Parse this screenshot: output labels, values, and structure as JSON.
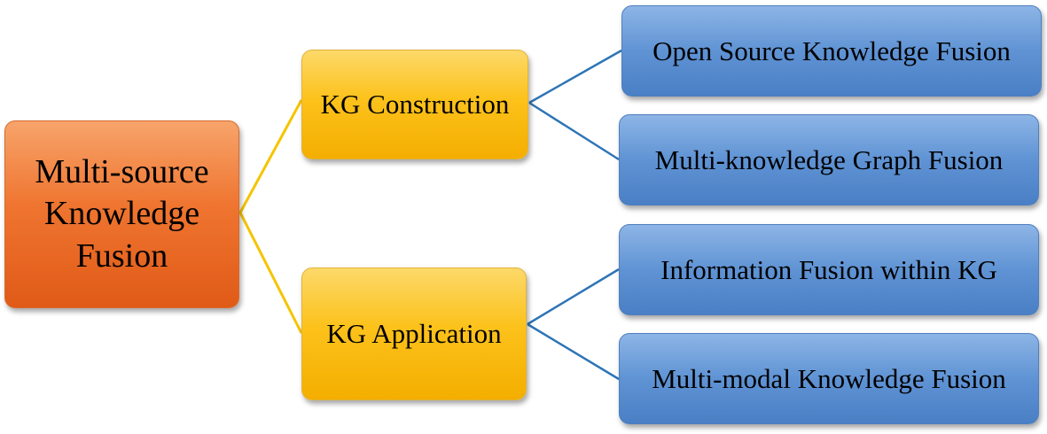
{
  "diagram": {
    "root": {
      "label": "Multi-source Knowledge Fusion"
    },
    "branches": [
      {
        "label": "KG Construction",
        "children": [
          {
            "label": "Open Source Knowledge Fusion"
          },
          {
            "label": "Multi-knowledge Graph Fusion"
          }
        ]
      },
      {
        "label": "KG Application",
        "children": [
          {
            "label": "Information Fusion within KG"
          },
          {
            "label": "Multi-modal Knowledge Fusion"
          }
        ]
      }
    ]
  },
  "colors": {
    "root_fill": "#ef7530",
    "branch_fill": "#fcc21b",
    "leaf_fill": "#5f93d4",
    "root_connector": "#f5c400",
    "leaf_connector": "#2e75b6"
  }
}
